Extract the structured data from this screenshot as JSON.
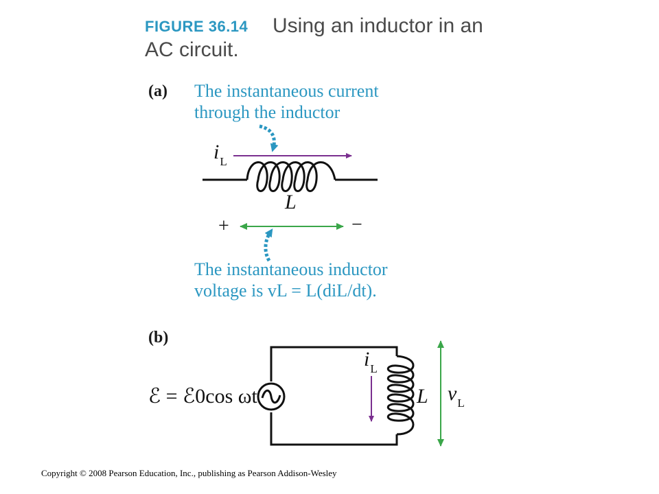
{
  "figure": {
    "label": "FIGURE 36.14",
    "caption_line1": "Using an inductor in an",
    "caption_line2": "AC circuit."
  },
  "part_a": {
    "label": "(a)",
    "current_note_line1": "The instantaneous current",
    "current_note_line2": "through the inductor",
    "current_symbol": "i",
    "current_subscript": "L",
    "inductor_label": "L",
    "plus_sign": "+",
    "minus_sign": "−",
    "voltage_note_line1": "The instantaneous inductor",
    "voltage_note_line2_prefix": "voltage is ",
    "voltage_equation": "vL = L(diL/dt)."
  },
  "part_b": {
    "label": "(b)",
    "emf_equation": "ℰ = ℰ0cos ωt",
    "current_symbol": "i",
    "current_subscript": "L",
    "inductor_label": "L",
    "voltage_symbol": "v",
    "voltage_subscript": "L"
  },
  "colors": {
    "accent_blue": "#2b97c1",
    "current_purple": "#7a2f8f",
    "voltage_green": "#3aa649",
    "wire_black": "#111111"
  },
  "copyright": "Copyright © 2008 Pearson Education, Inc., publishing as Pearson Addison-Wesley"
}
